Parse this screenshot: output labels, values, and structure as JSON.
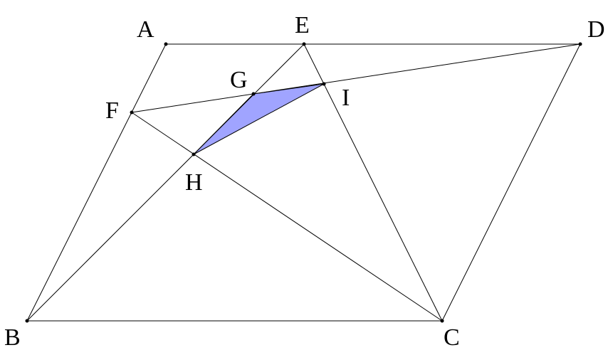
{
  "colors": {
    "line": "#000000",
    "shade_fill": "#a0a4ff",
    "background": "#ffffff"
  },
  "labels": {
    "A": "A",
    "B": "B",
    "C": "C",
    "D": "D",
    "E": "E",
    "F": "F",
    "G": "G",
    "H": "H",
    "I": "I"
  }
}
